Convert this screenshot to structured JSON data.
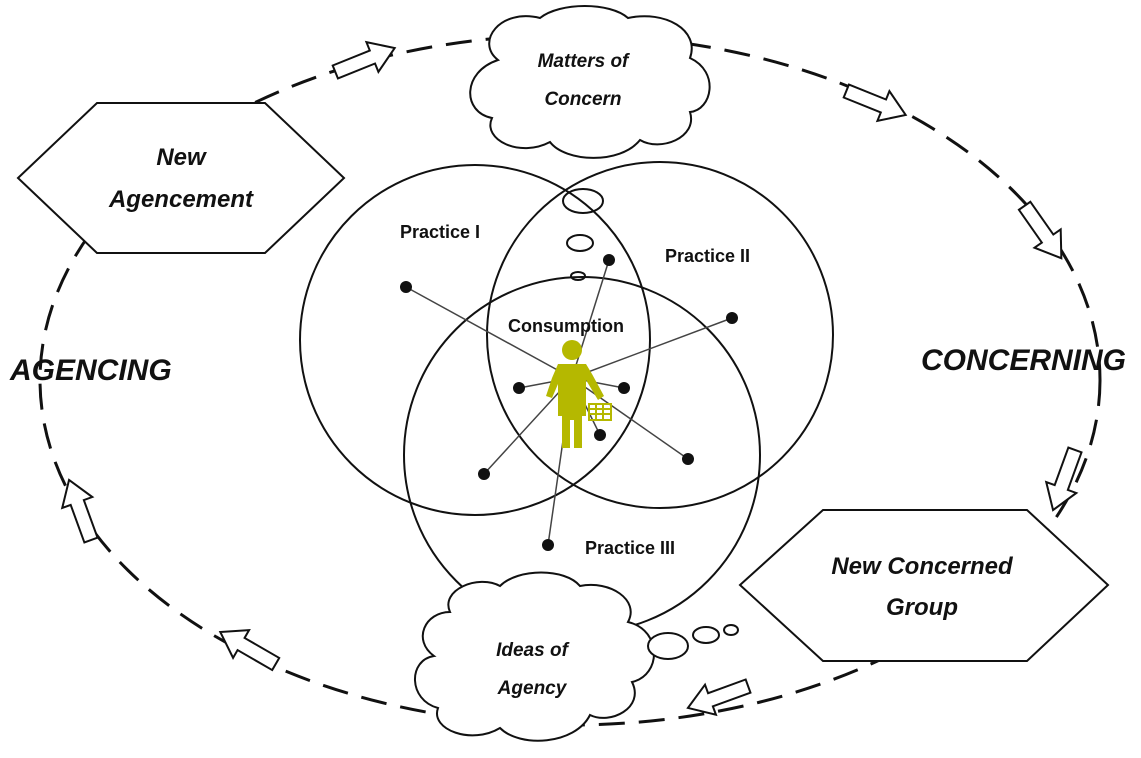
{
  "diagram": {
    "cycle_left_label": "AGENCING",
    "cycle_right_label": "CONCERNING",
    "hexagon_top_left": {
      "line1": "New",
      "line2": "Agencement"
    },
    "hexagon_bottom_right": {
      "line1": "New Concerned",
      "line2": "Group"
    },
    "cloud_top": {
      "line1": "Matters of",
      "line2": "Concern"
    },
    "cloud_bottom": {
      "line1": "Ideas of",
      "line2": "Agency"
    },
    "practices": [
      "Practice I",
      "Practice II",
      "Practice III"
    ],
    "center_label": "Consumption",
    "figure": "shopper-with-basket-icon",
    "colors": {
      "figure": "#b5b800",
      "line": "#111111",
      "background": "#ffffff"
    }
  }
}
